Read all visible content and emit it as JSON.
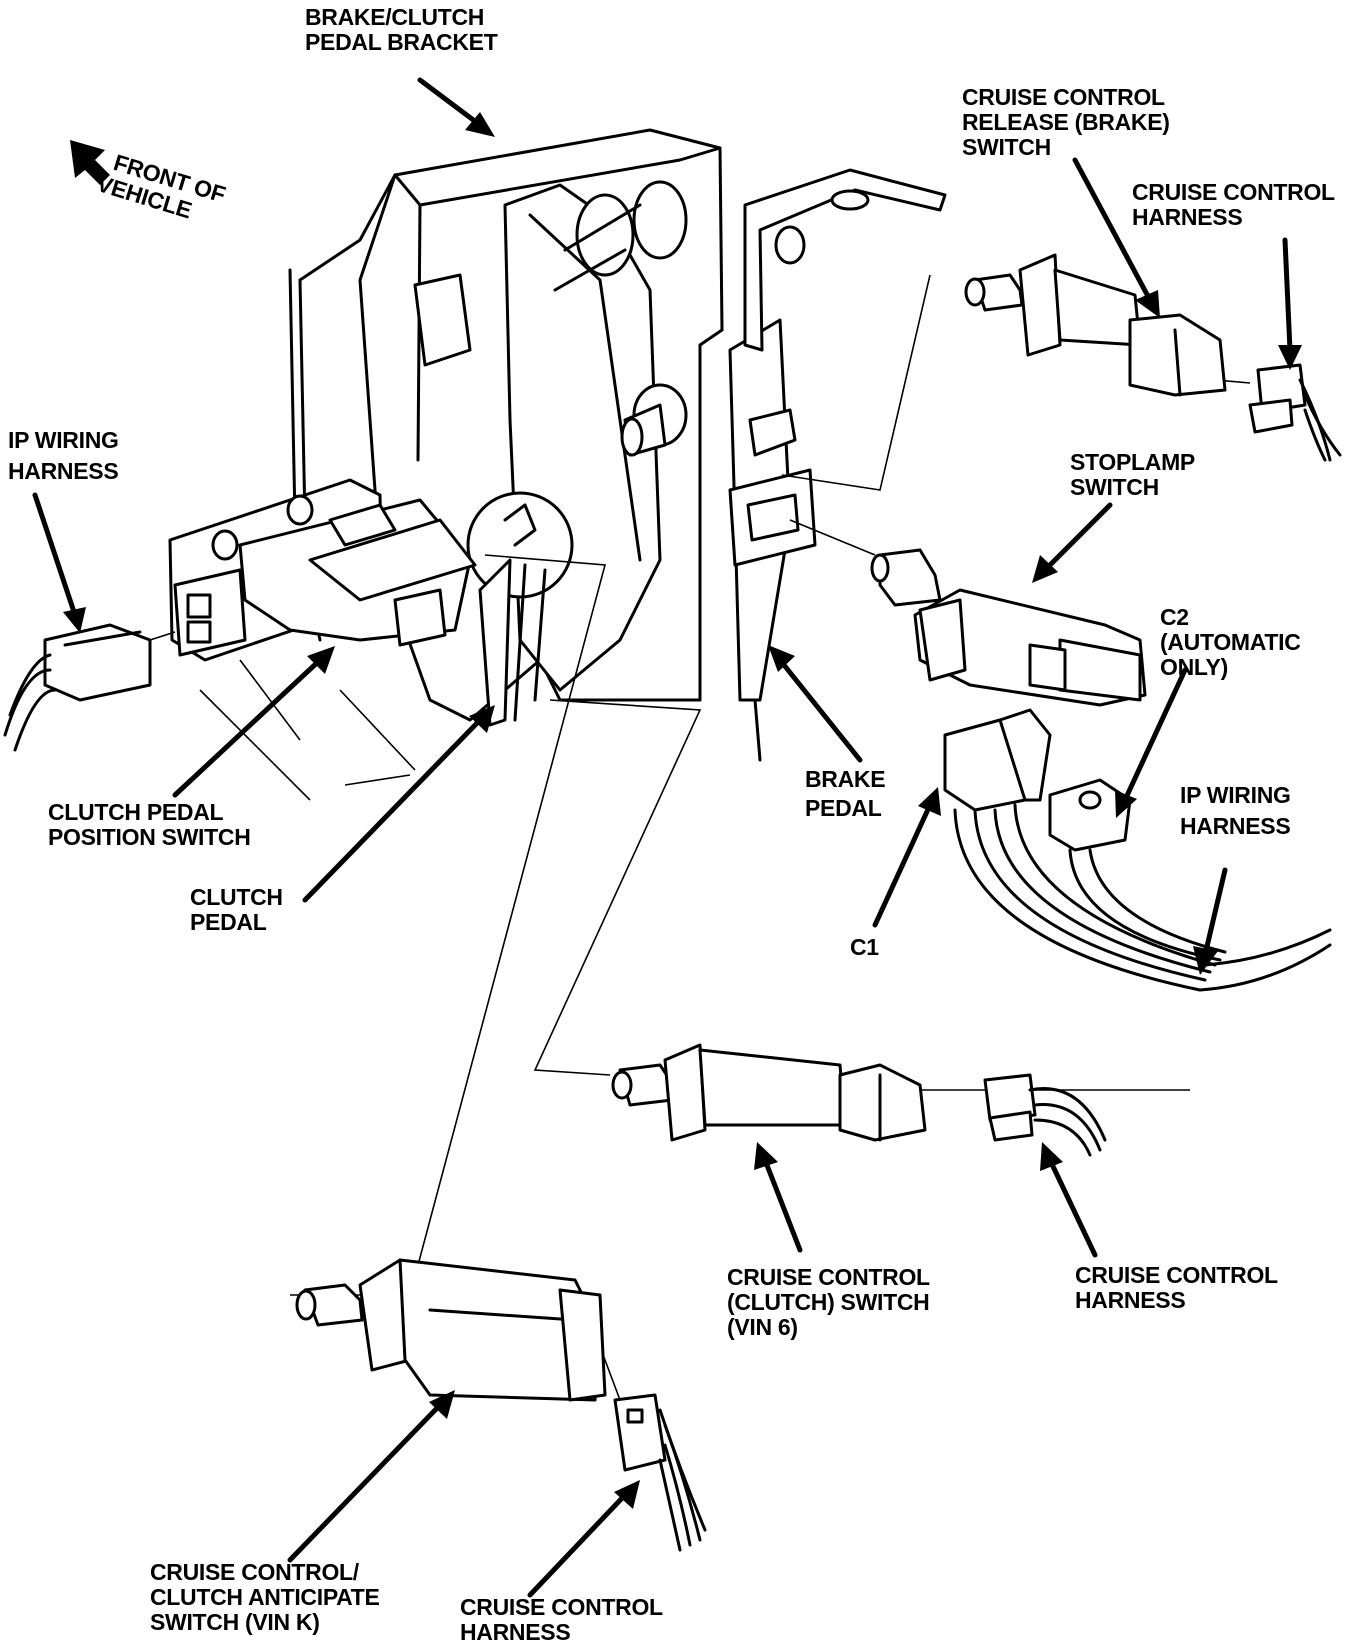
{
  "labels": {
    "bracket": [
      "BRAKE/CLUTCH",
      "PEDAL BRACKET"
    ],
    "front": [
      "FRONT OF",
      "VEHICLE"
    ],
    "release_switch": [
      "CRUISE CONTROL",
      "RELEASE (BRAKE)",
      "SWITCH"
    ],
    "cc_harness_top": [
      "CRUISE CONTROL",
      "HARNESS"
    ],
    "ip_harness_left": [
      "IP WIRING",
      "HARNESS"
    ],
    "stoplamp": [
      "STOPLAMP",
      "SWITCH"
    ],
    "c2": [
      "C2",
      "(AUTOMATIC",
      "ONLY)"
    ],
    "ip_harness_right": [
      "IP WIRING",
      "HARNESS"
    ],
    "brake_pedal": [
      "BRAKE",
      "PEDAL"
    ],
    "clutch_position": [
      "CLUTCH PEDAL",
      "POSITION SWITCH"
    ],
    "clutch_pedal": [
      "CLUTCH",
      "PEDAL"
    ],
    "c1": [
      "C1"
    ],
    "clutch_switch": [
      "CRUISE CONTROL",
      "(CLUTCH) SWITCH",
      "(VIN 6)"
    ],
    "cc_harness_mid": [
      "CRUISE CONTROL",
      "HARNESS"
    ],
    "anticipate_switch": [
      "CRUISE CONTROL/",
      "CLUTCH ANTICIPATE",
      "SWITCH (VIN K)"
    ],
    "cc_harness_bottom": [
      "CRUISE CONTROL",
      "HARNESS"
    ]
  }
}
